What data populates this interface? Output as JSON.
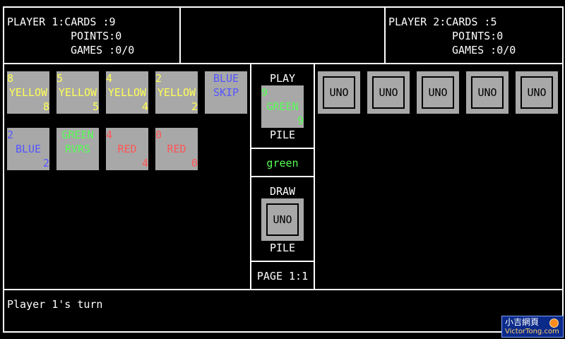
{
  "player1": {
    "line1": "PLAYER 1:CARDS :9",
    "line2": "POINTS:0",
    "line3": "GAMES :0/0"
  },
  "player2": {
    "line1": "PLAYER 2:CARDS :5",
    "line2": "POINTS:0",
    "line3": "GAMES :0/0"
  },
  "hand": [
    {
      "tl": "8",
      "mid": "YELLOW",
      "br": "8",
      "color": "#ffff55"
    },
    {
      "tl": "5",
      "mid": "YELLOW",
      "br": "5",
      "color": "#ffff55"
    },
    {
      "tl": "4",
      "mid": "YELLOW",
      "br": "4",
      "color": "#ffff55"
    },
    {
      "tl": "2",
      "mid": "YELLOW",
      "br": "2",
      "color": "#ffff55"
    },
    {
      "tl": "",
      "mid": "BLUE\nSKIP",
      "br": "",
      "color": "#5555ff"
    },
    {
      "tl": "2",
      "mid": "BLUE",
      "br": "2",
      "color": "#5555ff"
    },
    {
      "tl": "",
      "mid": "GREEN\nRVRS",
      "br": "",
      "color": "#55ff55"
    },
    {
      "tl": "4",
      "mid": "RED",
      "br": "4",
      "color": "#ff5555"
    },
    {
      "tl": "0",
      "mid": "RED",
      "br": "0",
      "color": "#ff5555"
    }
  ],
  "play_pile": {
    "top_label": "PLAY",
    "bottom_label": "PILE",
    "card": {
      "tl": "9",
      "mid": "GREEN",
      "br": "9",
      "color": "#55ff55"
    }
  },
  "current_color": {
    "text": "green",
    "color": "#55ff55"
  },
  "draw_pile": {
    "top_label": "DRAW",
    "bottom_label": "PILE",
    "card_text": "UNO"
  },
  "page": "PAGE 1:1",
  "opponent_backs": [
    "UNO",
    "UNO",
    "UNO",
    "UNO",
    "UNO"
  ],
  "status": "Player 1's turn",
  "logo": {
    "line1": "小吉網頁",
    "line2": "VictorTong.com"
  }
}
